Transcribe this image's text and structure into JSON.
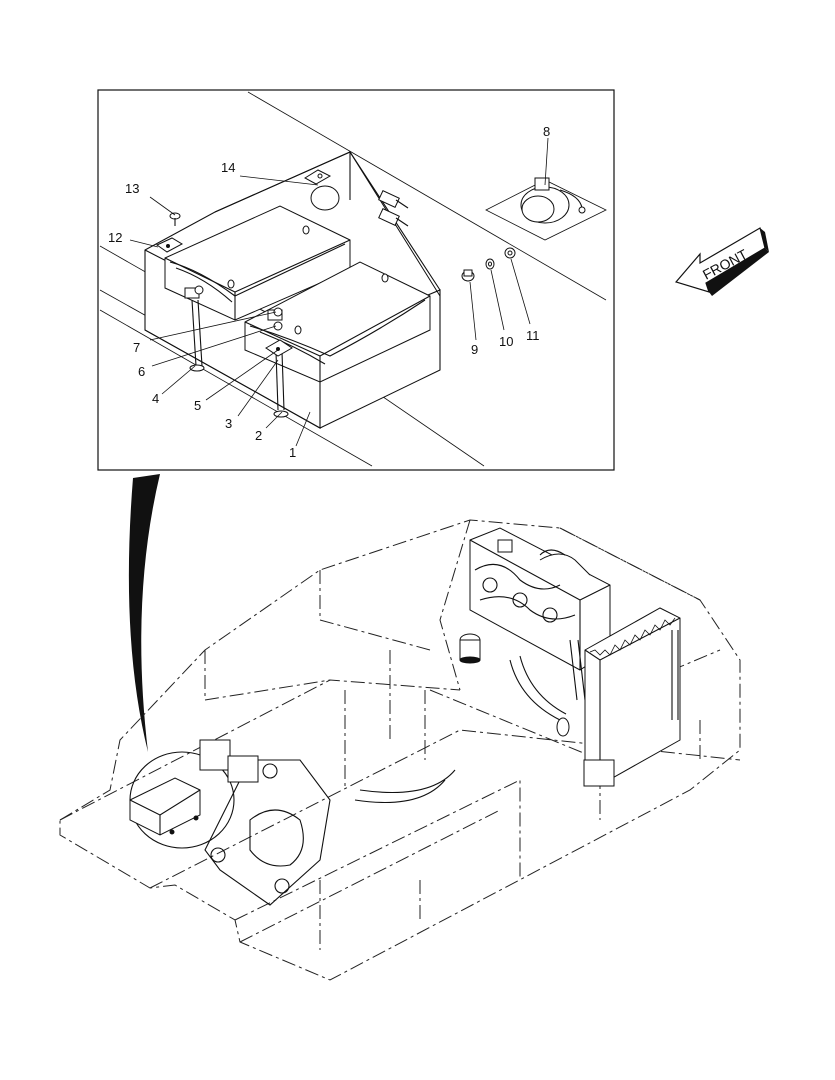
{
  "diagram": {
    "front_label": "FRONT",
    "callouts": [
      {
        "id": "c1",
        "text": "1"
      },
      {
        "id": "c2",
        "text": "2"
      },
      {
        "id": "c3",
        "text": "3"
      },
      {
        "id": "c4",
        "text": "4"
      },
      {
        "id": "c5",
        "text": "5"
      },
      {
        "id": "c6",
        "text": "6"
      },
      {
        "id": "c7",
        "text": "7"
      },
      {
        "id": "c8",
        "text": "8"
      },
      {
        "id": "c9",
        "text": "9"
      },
      {
        "id": "c10",
        "text": "10"
      },
      {
        "id": "c11",
        "text": "11"
      },
      {
        "id": "c12",
        "text": "12"
      },
      {
        "id": "c13",
        "text": "13"
      },
      {
        "id": "c14",
        "text": "14"
      }
    ]
  }
}
